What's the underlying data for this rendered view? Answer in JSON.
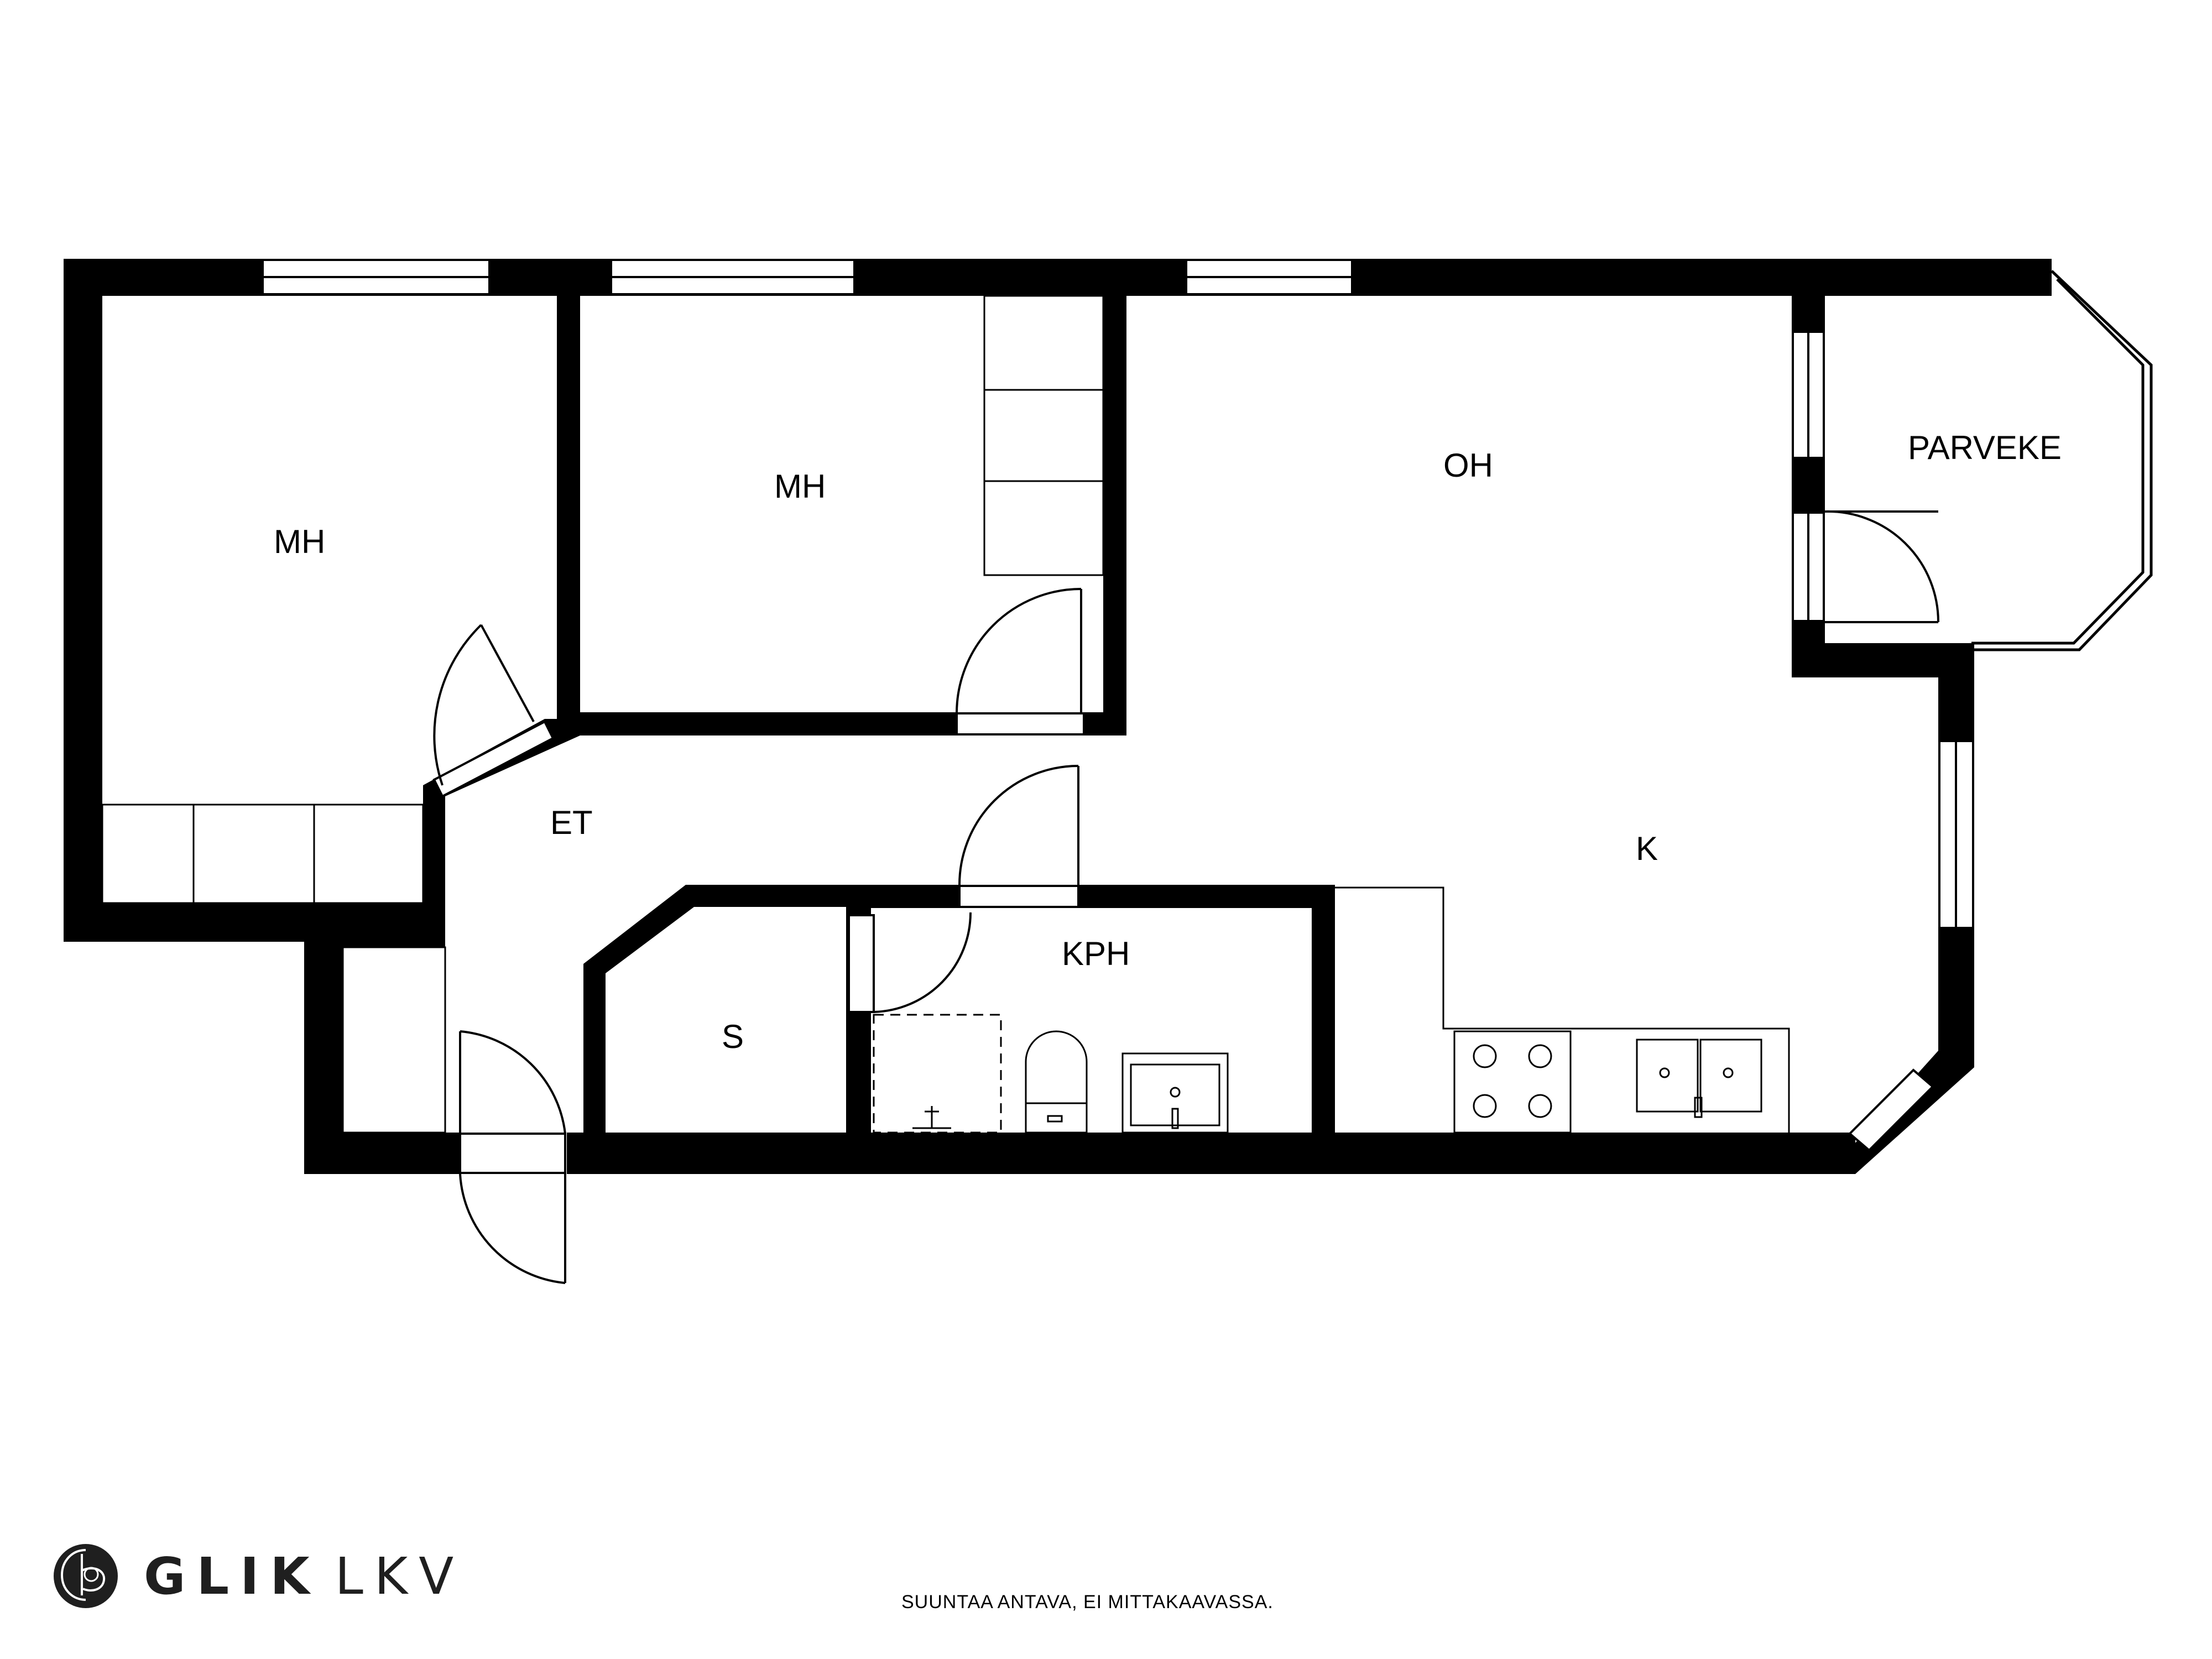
{
  "rooms": {
    "mh_left": "MH",
    "mh_middle": "MH",
    "oh": "OH",
    "parveke": "PARVEKE",
    "et": "ET",
    "k": "K",
    "kph": "KPH",
    "s": "S"
  },
  "brand": {
    "name": "GLIK",
    "suffix": "LKV",
    "logo_icon": "glik-logo-icon"
  },
  "note": "SUUNTAA ANTAVA, EI MITTAKAAVASSA.",
  "colors": {
    "wall": "#000000",
    "background": "#ffffff",
    "brand": "#1f1f1f"
  }
}
